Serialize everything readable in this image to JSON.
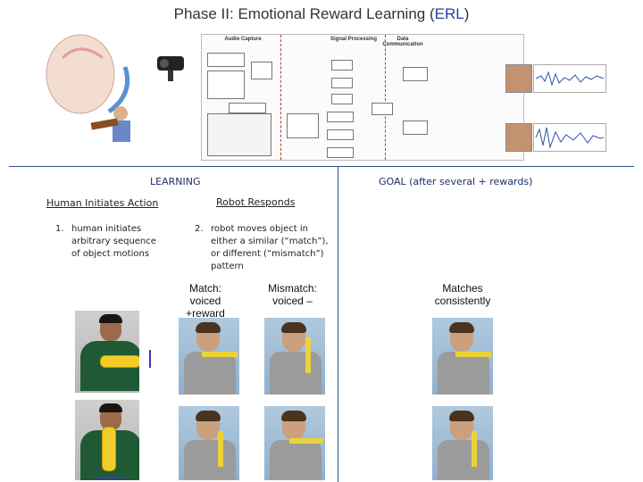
{
  "title": {
    "prefix": "Phase II: Emotional Reward Learning (",
    "accent": "ERL",
    "suffix": ")"
  },
  "figure": {
    "audio_capture": "Audio Capture",
    "signal_processing": "Signal Processing",
    "data_communication": "Data Communication"
  },
  "sections": {
    "learning": "LEARNING",
    "goal": "GOAL (after several  + rewards)"
  },
  "columns": {
    "human": "Human Initiates Action",
    "robot": "Robot Responds"
  },
  "steps": [
    {
      "num": "1.",
      "lines": [
        "human initiates",
        "arbitrary sequence",
        "of object motions"
      ]
    },
    {
      "num": "2.",
      "lines": [
        "robot moves object in",
        "either a similar (“match”),",
        "or different (“mismatch”)",
        "pattern"
      ]
    }
  ],
  "outcomes": {
    "match": [
      "Match:",
      "voiced",
      "+reward"
    ],
    "mismatch": [
      "Mismatch:",
      "voiced –"
    ],
    "goal": [
      "Matches",
      "consistently"
    ]
  },
  "colors": {
    "accent": "#2b3d9a",
    "divider": "#2f4f8f",
    "object": "#f2cd2a",
    "arrow": "#3a3ab0"
  }
}
